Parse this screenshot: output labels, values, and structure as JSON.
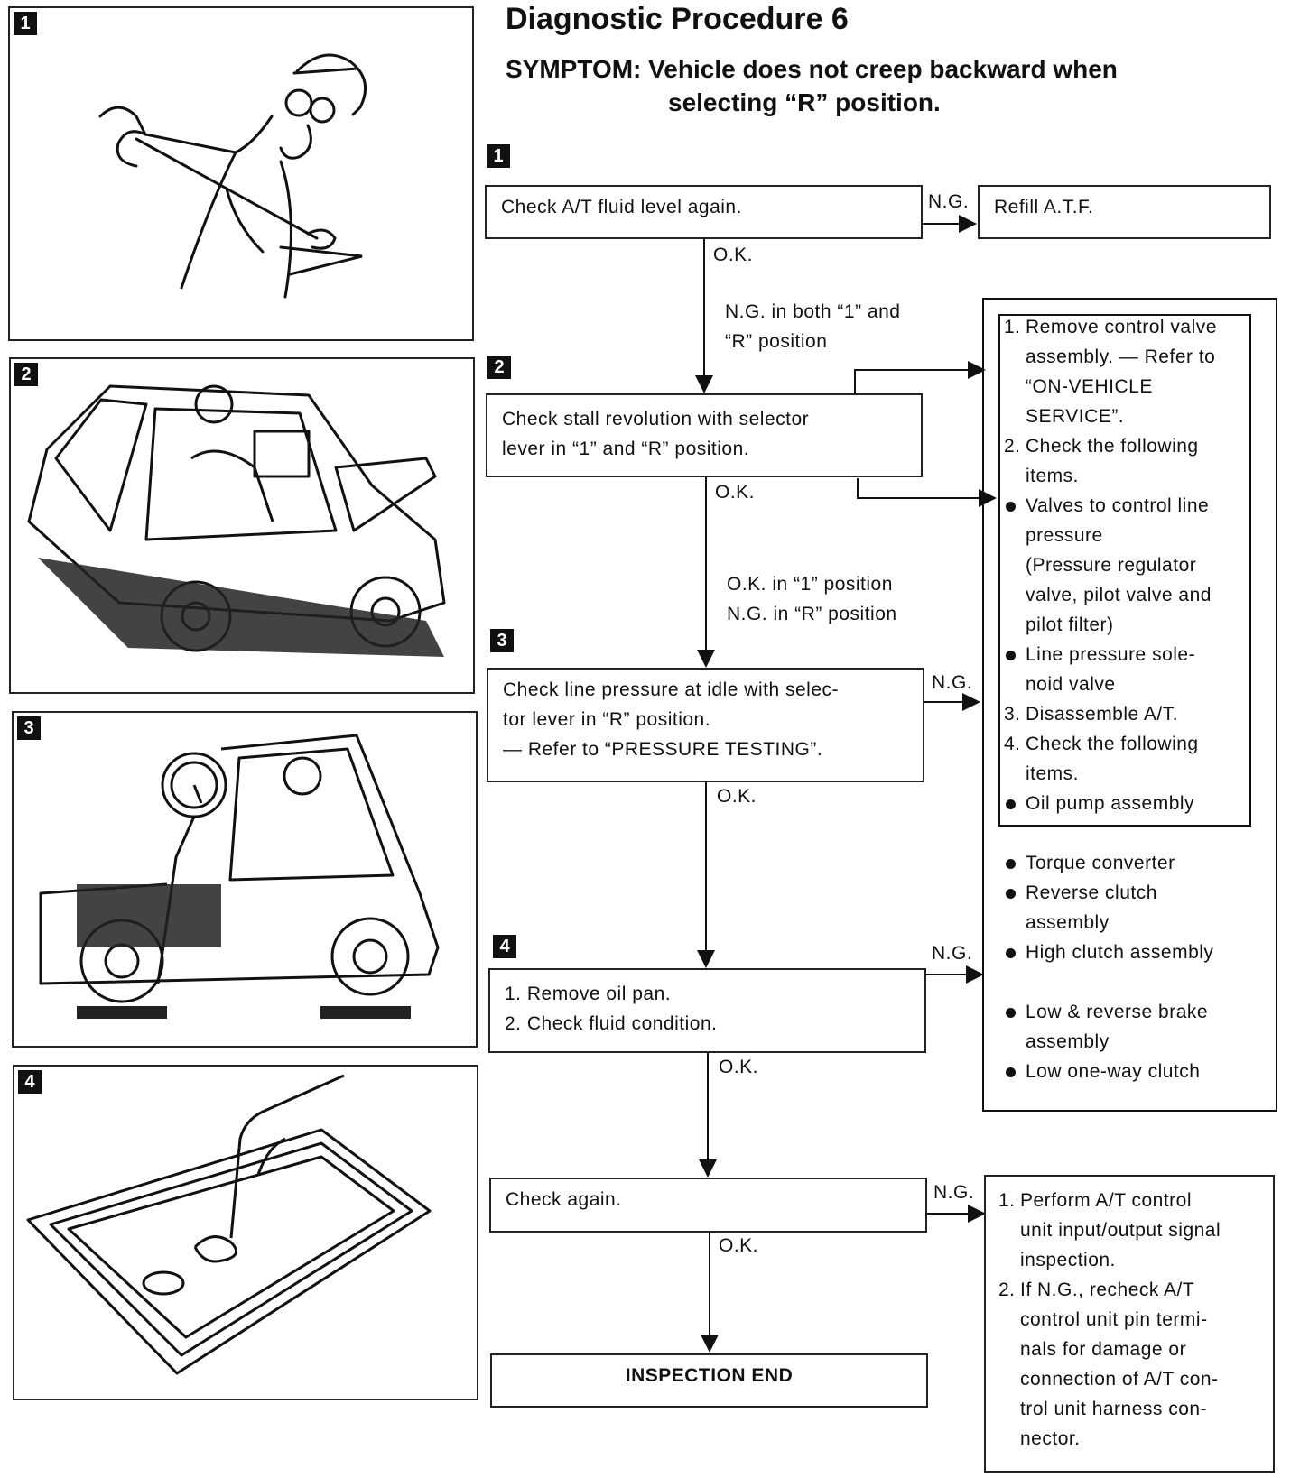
{
  "title": "Diagnostic Procedure 6",
  "symptom": {
    "line1": "SYMPTOM: Vehicle does not creep backward when",
    "line2": "selecting “R” position."
  },
  "panels": [
    {
      "num": "1",
      "icon": "mechanic-checking-dipstick"
    },
    {
      "num": "2",
      "icon": "car-stall-test"
    },
    {
      "num": "3",
      "icon": "car-pressure-gauge"
    },
    {
      "num": "4",
      "icon": "oil-pan-inspection"
    }
  ],
  "steps": {
    "s1": {
      "num": "1",
      "text": "Check A/T fluid level again."
    },
    "s2": {
      "num": "2",
      "l1": "Check stall revolution with selector",
      "l2": "lever in “1” and “R” position."
    },
    "s3": {
      "num": "3",
      "l1": "Check line pressure at idle with selec-",
      "l2": "tor lever in “R” position.",
      "l3": "— Refer to “PRESSURE TESTING”."
    },
    "s4": {
      "num": "4",
      "l1": "1. Remove oil pan.",
      "l2": "2. Check fluid condition."
    },
    "s5": {
      "text": "Check again."
    },
    "end": {
      "text": "INSPECTION END"
    }
  },
  "flow_labels": {
    "ng": "N.G.",
    "ok": "O.K.",
    "ng_both_l1": "N.G. in both “1” and",
    "ng_both_l2": "“R” position",
    "ok1_ngr_l1": "O.K. in “1” position",
    "ok1_ngr_l2": "N.G. in “R” position"
  },
  "refill": "Refill A.T.F.",
  "repair": {
    "r1": {
      "m": "1.",
      "t": "Remove control valve"
    },
    "r2": {
      "t": "assembly. — Refer to"
    },
    "r3": {
      "t": "“ON-VEHICLE"
    },
    "r4": {
      "t": "SERVICE”."
    },
    "r5": {
      "m": "2.",
      "t": "Check the following"
    },
    "r6": {
      "t": "items."
    },
    "r7": {
      "t": "Valves to control line"
    },
    "r8": {
      "t": "pressure"
    },
    "r9": {
      "t": "(Pressure regulator"
    },
    "r10": {
      "t": "valve, pilot valve and"
    },
    "r11": {
      "t": "pilot filter)"
    },
    "r12": {
      "t": "Line pressure sole-"
    },
    "r13": {
      "t": "noid valve"
    },
    "r14": {
      "m": "3.",
      "t": "Disassemble A/T."
    },
    "r15": {
      "m": "4.",
      "t": "Check the following"
    },
    "r16": {
      "t": "items."
    },
    "r17": {
      "t": "Oil pump assembly"
    },
    "r18": {
      "t": "Torque converter"
    },
    "r19": {
      "t": "Reverse clutch"
    },
    "r20": {
      "t": "assembly"
    },
    "r21": {
      "t": "High clutch assembly"
    },
    "r22": {
      "t": "Low & reverse brake"
    },
    "r23": {
      "t": "assembly"
    },
    "r24": {
      "t": "Low one-way clutch"
    }
  },
  "final": {
    "f1": {
      "m": "1.",
      "t": "Perform A/T control"
    },
    "f2": {
      "t": "unit input/output signal"
    },
    "f3": {
      "t": "inspection."
    },
    "f4": {
      "m": "2.",
      "t": "If N.G., recheck A/T"
    },
    "f5": {
      "t": "control unit pin termi-"
    },
    "f6": {
      "t": "nals for damage or"
    },
    "f7": {
      "t": "connection of A/T con-"
    },
    "f8": {
      "t": "trol unit harness con-"
    },
    "f9": {
      "t": "nector."
    }
  }
}
